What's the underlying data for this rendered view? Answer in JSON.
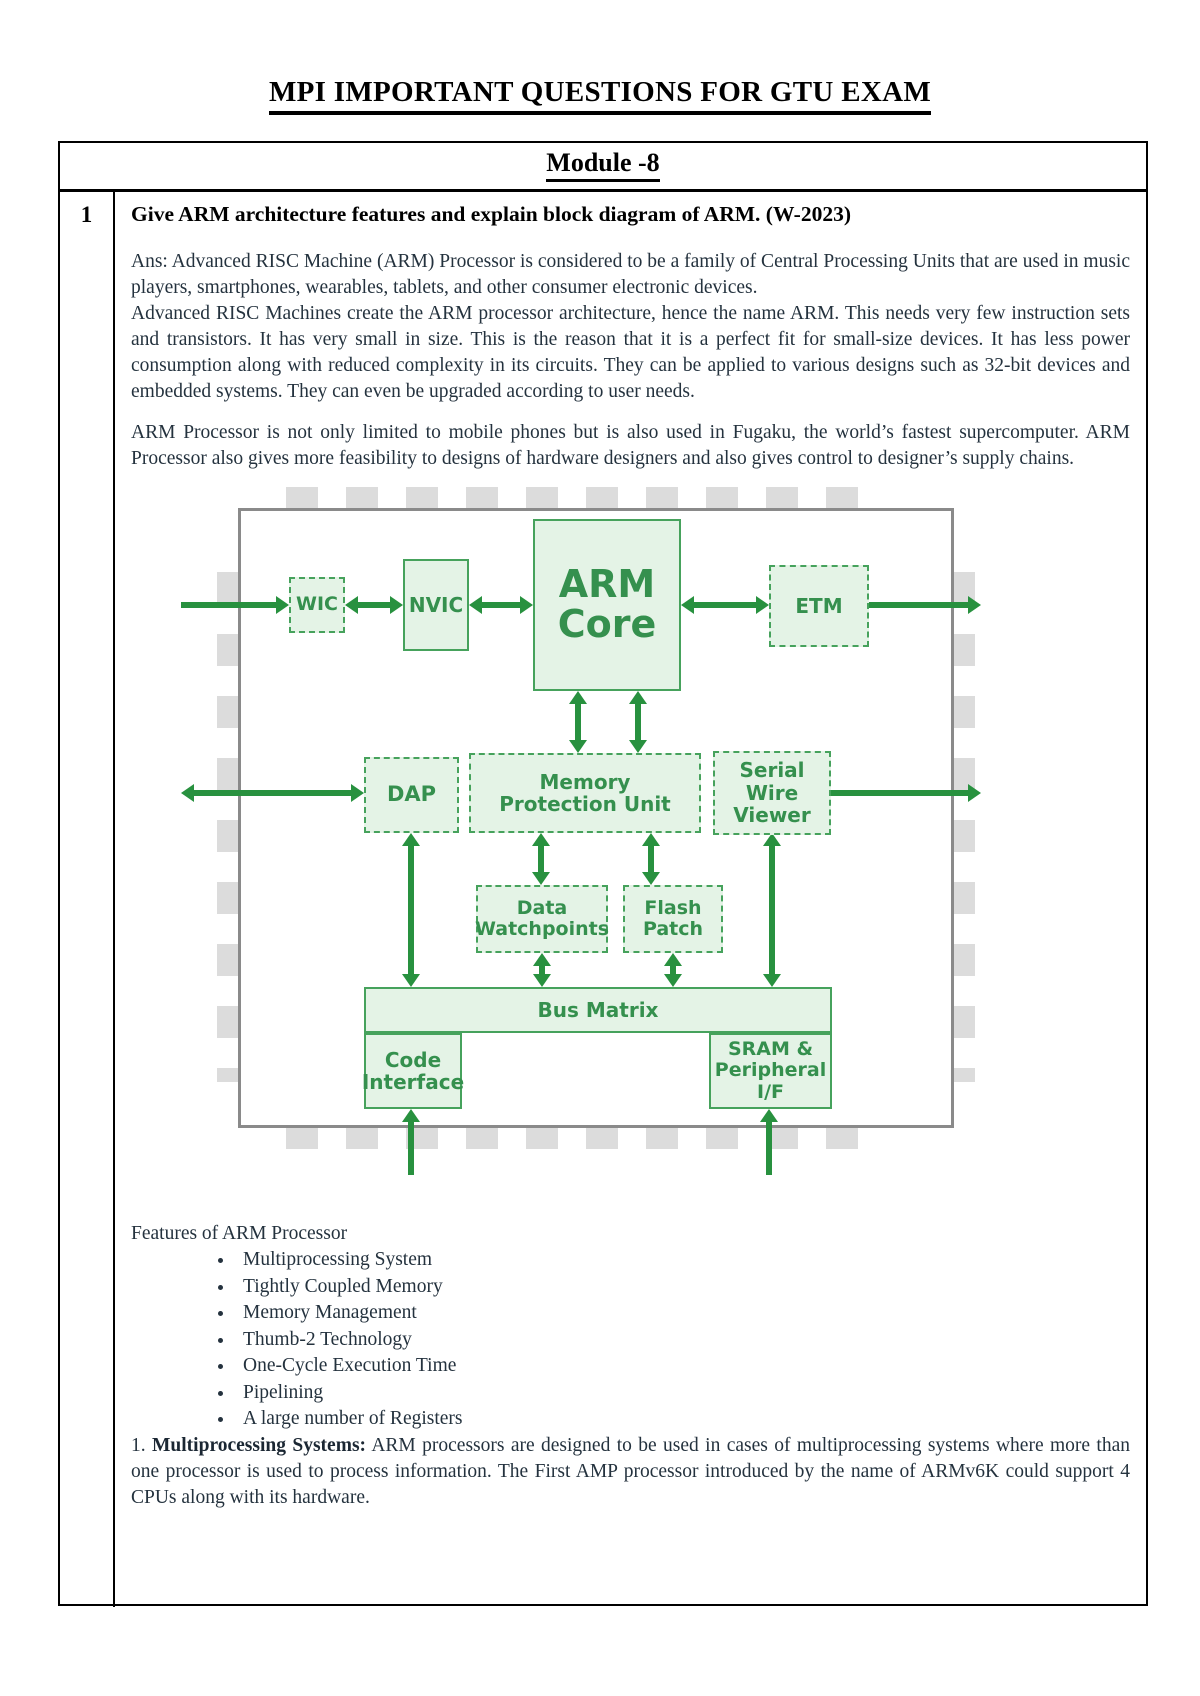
{
  "page": {
    "title": "MPI IMPORTANT QUESTIONS FOR GTU EXAM"
  },
  "table": {
    "module_header": "Module -8",
    "question_number": "1",
    "question": "Give ARM architecture features and explain block diagram of ARM. (W-2023)",
    "paragraphs": {
      "p1": "Ans: Advanced RISC Machine (ARM) Processor is considered to be a family of Central Processing Units that are used in music players, smartphones, wearables, tablets, and other consumer electronic devices.",
      "p2": "Advanced RISC Machines create the ARM processor architecture, hence the name ARM. This needs very few instruction sets and transistors. It has very small in size. This is the reason that it is a perfect fit for small-size devices. It has less power consumption along with reduced complexity in its circuits. They can be applied to various designs such as 32-bit devices and embedded systems. They can even be upgraded according to user needs.",
      "p3": "ARM Processor is not only limited to mobile phones but is also used in Fugaku, the world’s fastest supercomputer. ARM Processor also gives more feasibility to designs of hardware designers and also gives control to designer’s supply chains."
    },
    "features": {
      "heading": "Features of ARM Processor",
      "items": [
        "Multiprocessing System",
        "Tightly Coupled Memory",
        "Memory Management",
        "Thumb-2 Technology",
        "One-Cycle Execution Time",
        "Pipelining",
        "A large number of Registers"
      ]
    },
    "numbered": {
      "n1_prefix": "1. ",
      "n1_bold": "Multiprocessing Systems:",
      "n1_text": " ARM processors are designed to be used in cases of multiprocessing systems where more than one processor is used to process information. The First AMP processor introduced by the name of ARMv6K could support 4 CPUs along with its hardware."
    }
  },
  "diagram": {
    "blocks": {
      "wic": "WIC",
      "nvic": "NVIC",
      "arm_core": "ARM Core",
      "etm": "ETM",
      "dap": "DAP",
      "mpu": "Memory Protection Unit",
      "swv": "Serial Wire Viewer",
      "data_watchpoints": "Data Watchpoints",
      "flash_patch": "Flash Patch",
      "bus_matrix": "Bus Matrix",
      "code_interface": "Code Interface",
      "sram_peripheral": "SRAM & Peripheral I/F"
    },
    "colors": {
      "green_border": "#46a25c",
      "green_arrow": "#28913f",
      "green_text": "#35904e",
      "block_fill": "#e4f3e6",
      "chip_outline": "#8a8a8a",
      "pins": "#dcdcdc"
    }
  }
}
